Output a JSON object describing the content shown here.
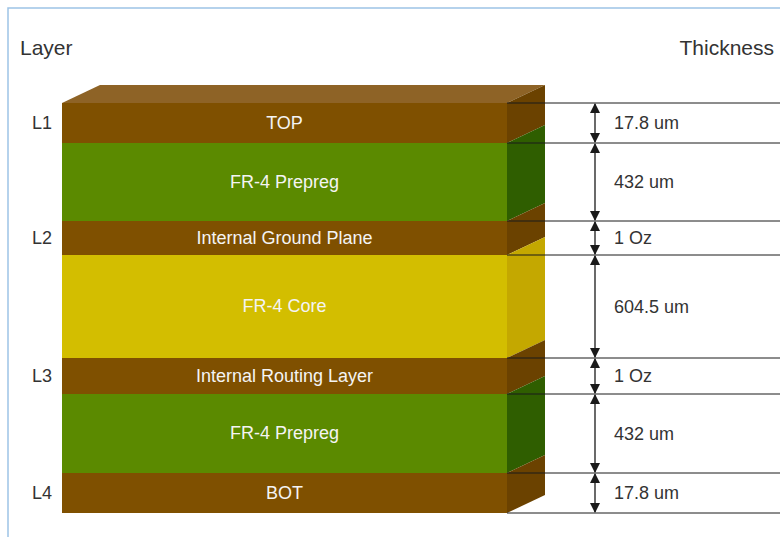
{
  "diagram": {
    "nodes": [
      {
        "text": [
          "TOP"
        ]
      },
      {
        "text": [
          "FR-4 Prepreg"
        ]
      },
      {
        "text": [
          "Internal Ground Plane"
        ]
      },
      {
        "text": [
          "FR-4 Core"
        ]
      },
      {
        "text": [
          "Internal Routing Layer"
        ]
      },
      {
        "text": [
          "FR-4 Prepreg"
        ]
      },
      {
        "text": [
          "BOT"
        ]
      }
    ],
    "labels": [
      "Layer",
      "Thickness",
      "L1",
      "L2",
      "L3",
      "L4",
      "17.8 um",
      "432 um",
      "1 Oz",
      "604.5 um",
      "1 Oz",
      "432 um",
      "17.8 um"
    ]
  }
}
